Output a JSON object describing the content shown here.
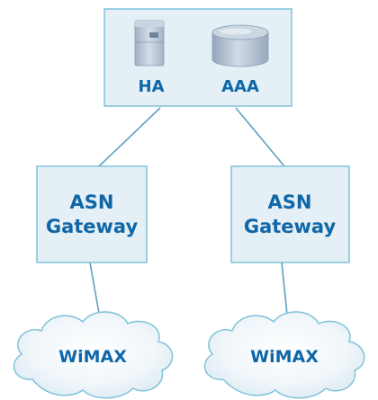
{
  "core": {
    "ha_label": "HA",
    "aaa_label": "AAA"
  },
  "gateways": [
    {
      "line1": "ASN",
      "line2": "Gateway"
    },
    {
      "line1": "ASN",
      "line2": "Gateway"
    }
  ],
  "clouds": [
    {
      "label": "WiMAX"
    },
    {
      "label": "WiMAX"
    }
  ],
  "colors": {
    "box_fill": "#e4eff6",
    "box_stroke": "#7ec3d8",
    "link_stroke": "#5fa0c0",
    "label_text": "#0f67a8",
    "device_body": "#b8c6d6",
    "device_dark": "#8a9db3"
  },
  "icons": [
    "server-icon",
    "database-icon",
    "cloud-icon"
  ]
}
